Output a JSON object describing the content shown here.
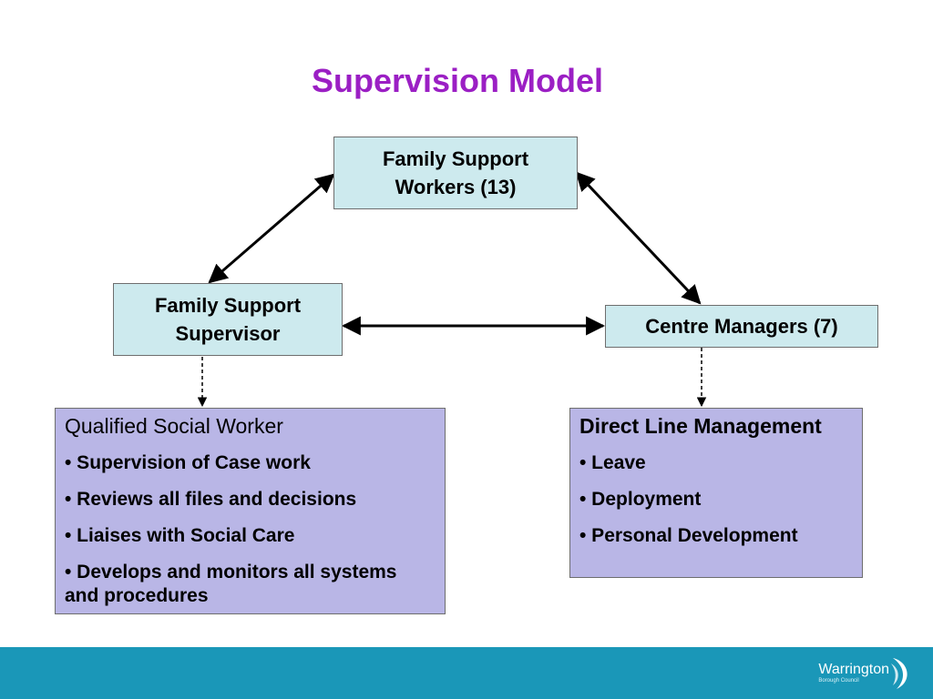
{
  "title": "Supervision Model",
  "boxes": {
    "workers": {
      "line1": "Family Support",
      "line2": "Workers (13)"
    },
    "supervisor": {
      "line1": "Family Support",
      "line2": "Supervisor"
    },
    "managers": {
      "label": "Centre Managers (7)"
    }
  },
  "social_worker": {
    "heading": "Qualified Social Worker",
    "items": [
      "• Supervision of Case work",
      "• Reviews all files and decisions",
      "• Liaises with Social Care",
      "• Develops and monitors all systems and procedures"
    ]
  },
  "line_management": {
    "heading": "Direct Line Management",
    "items": [
      "• Leave",
      "• Deployment",
      "• Personal Development"
    ]
  },
  "footer": {
    "logo_name": "Warrington",
    "logo_sub": "Borough Council",
    "bar_color": "#1a97b8"
  },
  "colors": {
    "title": "#9b1fc4",
    "top_boxes": "#cdeaee",
    "bottom_boxes": "#b9b6e6"
  }
}
